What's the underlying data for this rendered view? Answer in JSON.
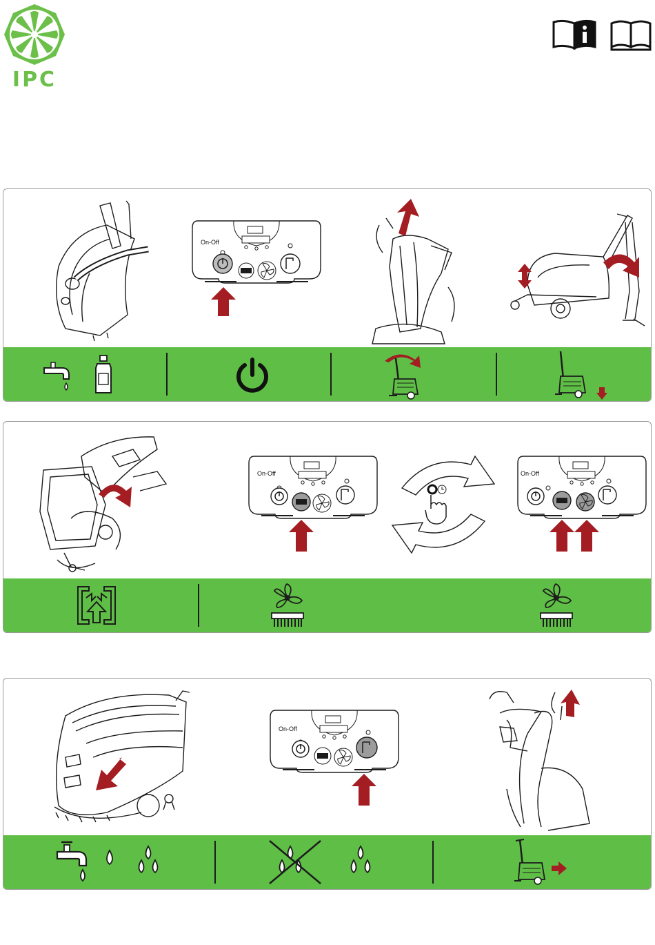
{
  "header": {
    "brand": "IPC",
    "brand_color": "#6cc04a",
    "icons": [
      "manual-info-icon",
      "manual-book-icon"
    ]
  },
  "colors": {
    "band_green": "#5fbe45",
    "arrow_red": "#a31d22",
    "line": "#1c1c1c"
  },
  "panel1": {
    "control_panel_label": "On-Off",
    "band_icons": [
      "water-tap-icon",
      "detergent-bottle-icon",
      "power-icon",
      "handle-fold-icon",
      "machine-lower-icon"
    ]
  },
  "panel2": {
    "control_panel_label": "On-Off",
    "band_icons": [
      "tank-fill-icon",
      "fan-brush-icon",
      "fan-brush-icon"
    ]
  },
  "panel3": {
    "control_panel_label": "On-Off",
    "band_icons": [
      "water-drops-icon",
      "no-water-icon",
      "machine-push-icon"
    ]
  }
}
